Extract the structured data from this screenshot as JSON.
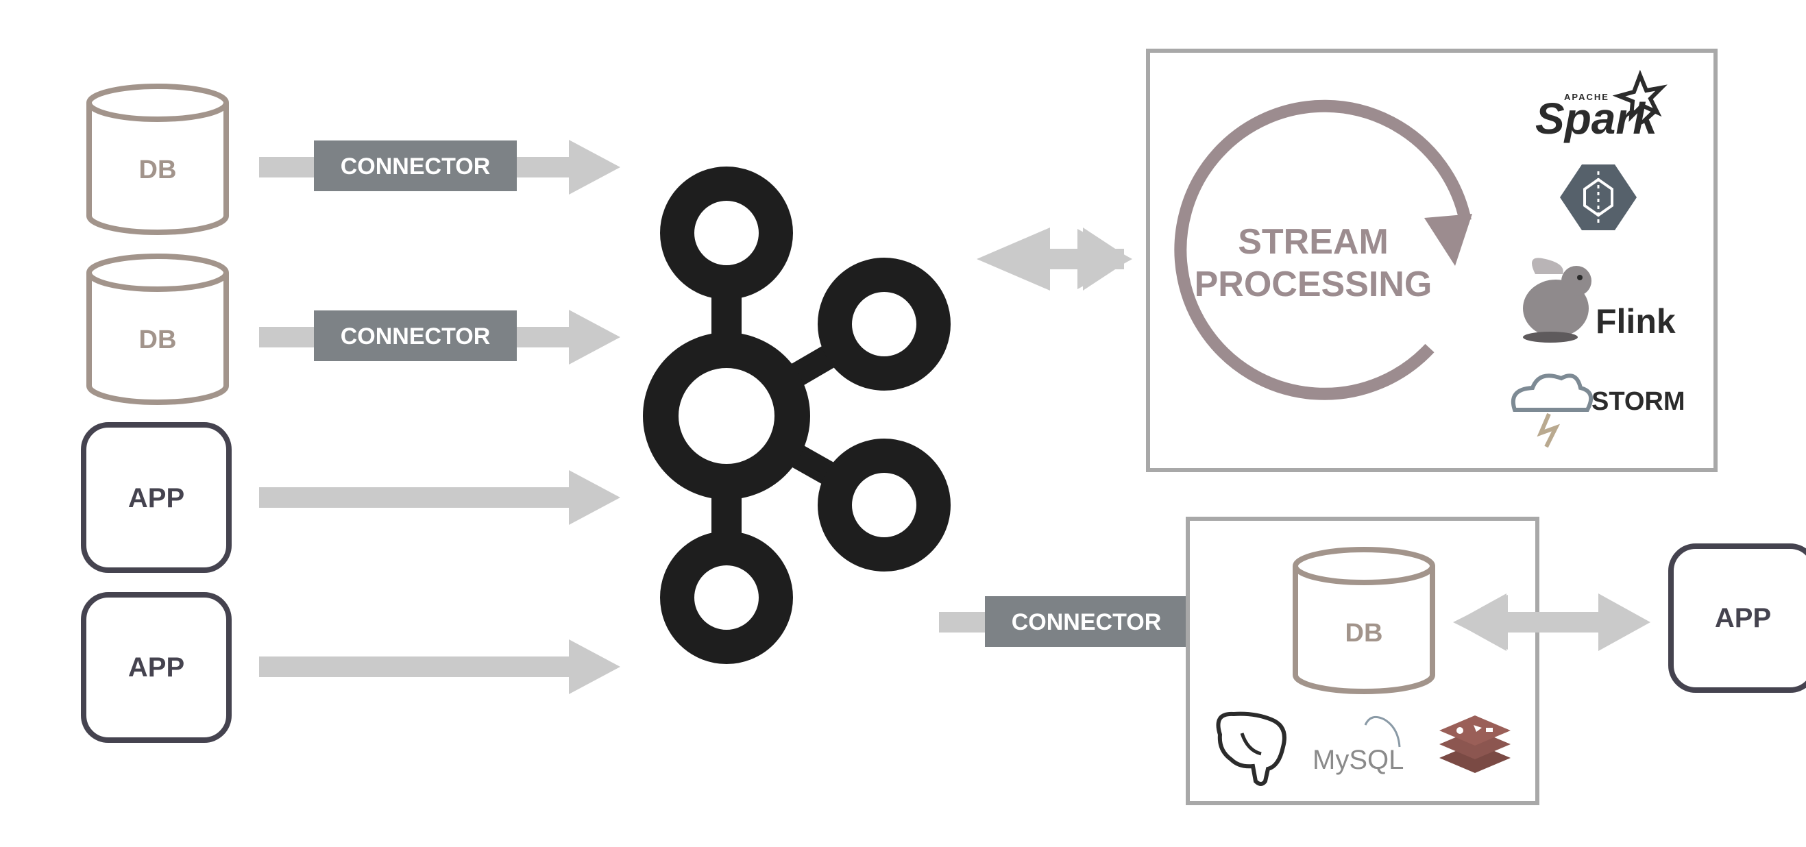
{
  "sources": [
    {
      "type": "db",
      "label": "DB",
      "connector": "CONNECTOR"
    },
    {
      "type": "db",
      "label": "DB",
      "connector": "CONNECTOR"
    },
    {
      "type": "app",
      "label": "APP"
    },
    {
      "type": "app",
      "label": "APP"
    }
  ],
  "stream_processing": {
    "label_line1": "STREAM",
    "label_line2": "PROCESSING",
    "engines": [
      {
        "name": "spark",
        "text": "Spark",
        "subtext": "APACHE",
        "icon": "spark-logo-icon"
      },
      {
        "name": "dataflow",
        "icon": "dataflow-hexagon-icon"
      },
      {
        "name": "flink",
        "text": "Flink",
        "icon": "flink-squirrel-icon"
      },
      {
        "name": "storm",
        "text": "STORM",
        "icon": "storm-cloud-icon"
      }
    ]
  },
  "sink": {
    "connector": "CONNECTOR",
    "db_label": "DB",
    "databases": [
      {
        "name": "postgresql",
        "icon": "postgresql-elephant-icon"
      },
      {
        "name": "mysql",
        "text": "MySQL",
        "icon": "mysql-dolphin-icon"
      },
      {
        "name": "redis",
        "icon": "redis-stack-icon"
      }
    ],
    "app_label": "APP"
  },
  "colors": {
    "db_stroke": "#a2948b",
    "app_stroke": "#45434f",
    "connector_fill": "#7d8286",
    "arrow": "#cacaca",
    "kafka": "#1e1e1e",
    "frame": "#a8a8a8",
    "stream_ring": "#9c8c8f"
  }
}
